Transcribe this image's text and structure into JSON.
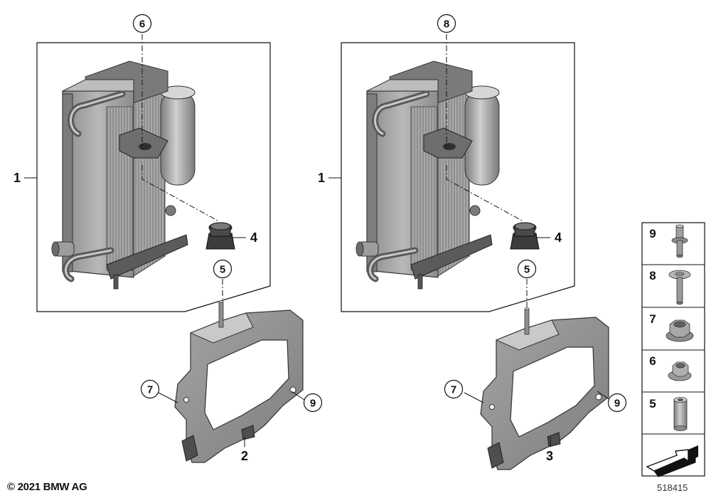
{
  "assemblies": [
    {
      "main_label": "1",
      "top_callout": "6",
      "nut_label": "4",
      "sleeve_callout": "5",
      "bracket_label": "2",
      "left_callout": "7",
      "right_callout": "9"
    },
    {
      "main_label": "1",
      "top_callout": "8",
      "nut_label": "4",
      "sleeve_callout": "5",
      "bracket_label": "3",
      "left_callout": "7",
      "right_callout": "9"
    }
  ],
  "legend": {
    "items": [
      {
        "number": "9",
        "icon": "stud-bolt-icon"
      },
      {
        "number": "8",
        "icon": "washer-bolt-icon"
      },
      {
        "number": "7",
        "icon": "flange-nut-icon"
      },
      {
        "number": "6",
        "icon": "nut-icon"
      },
      {
        "number": "5",
        "icon": "sleeve-icon"
      }
    ],
    "arrow_icon": "direction-arrow-icon"
  },
  "footer": {
    "copyright": "© 2021 BMW AG",
    "diagram_id": "518415"
  },
  "colors": {
    "line": "#111111",
    "part_fill": "#9a9a9a",
    "part_dark": "#5e5e5e",
    "part_light": "#c4c4c4"
  }
}
